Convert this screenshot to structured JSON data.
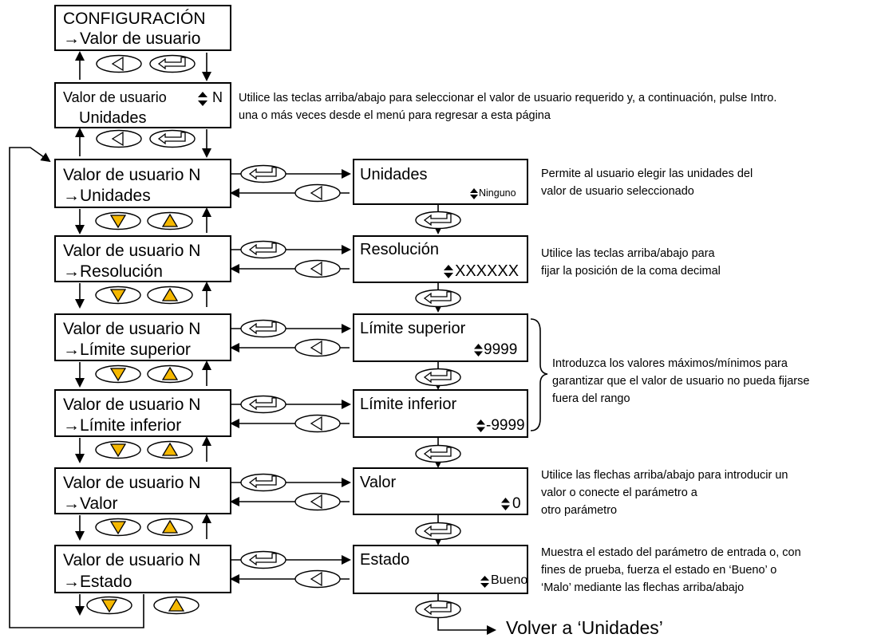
{
  "top_menu": {
    "title": "CONFIGURACIÓN",
    "item": "→Valor de usuario"
  },
  "select_box": {
    "line1": "Valor de usuario",
    "indicator": "N",
    "line2": "Unidades"
  },
  "menu_items": [
    {
      "line1": "Valor de usuario N",
      "line2": "→Unidades"
    },
    {
      "line1": "Valor de usuario N",
      "line2": "→Resolución"
    },
    {
      "line1": "Valor de usuario N",
      "line2": "→Límite superior"
    },
    {
      "line1": "Valor de usuario N",
      "line2": "→Límite inferior"
    },
    {
      "line1": "Valor de usuario N",
      "line2": "→Valor"
    },
    {
      "line1": "Valor de usuario N",
      "line2": "→Estado"
    }
  ],
  "param_boxes": [
    {
      "title": "Unidades",
      "value": "Ninguno"
    },
    {
      "title": "Resolución",
      "value": "XXXXXX"
    },
    {
      "title": "Límite superior",
      "value": "9999"
    },
    {
      "title": "Límite inferior",
      "value": "-9999"
    },
    {
      "title": "Valor",
      "value": "0"
    },
    {
      "title": "Estado",
      "value": "Bueno"
    }
  ],
  "notes": {
    "select": [
      "Utilice las teclas arriba/abajo para seleccionar el valor de usuario requerido y, a continuación, pulse Intro.",
      "una o más veces desde el menú para regresar a esta página"
    ],
    "units": [
      "Permite al usuario elegir las unidades del",
      "valor de usuario seleccionado"
    ],
    "resolution": [
      "Utilice las teclas arriba/abajo para",
      "fijar la posición de la coma decimal"
    ],
    "limits": [
      "Introduzca los valores máximos/mínimos para",
      "garantizar que el valor de usuario no pueda fijarse",
      "fuera del rango"
    ],
    "value": [
      "Utilice las flechas arriba/abajo para introducir un",
      "valor o conecte el parámetro a",
      "otro parámetro"
    ],
    "status": [
      "Muestra el estado del parámetro de entrada o, con",
      "fines de prueba, fuerza el estado en ‘Bueno’ o",
      "‘Malo’ mediante las flechas arriba/abajo"
    ]
  },
  "return_label": "Volver a ‘Unidades’",
  "icons": {
    "updown": "updown-arrows-icon",
    "back": "back-key-icon",
    "enter": "enter-key-icon",
    "down": "down-key-icon",
    "up": "up-key-icon"
  },
  "colors": {
    "key_fill": "#f5b800",
    "line": "#000000",
    "background": "#ffffff"
  }
}
